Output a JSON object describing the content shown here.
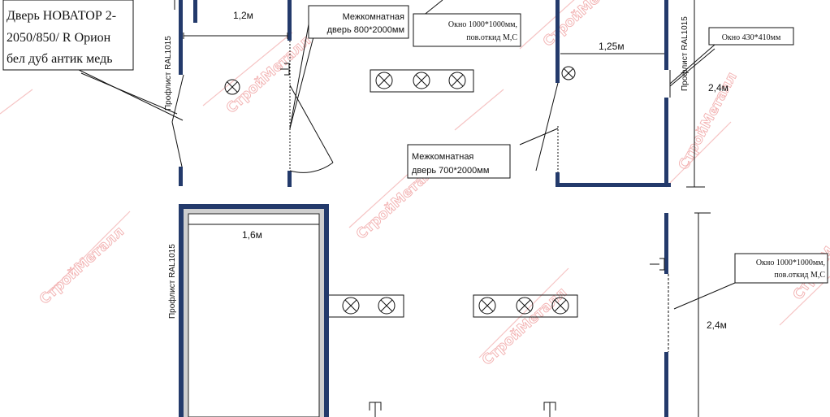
{
  "watermark": "СтройМеталл",
  "labels": {
    "door_main_line1": "Дверь НОВАТОР 2-",
    "door_main_line2": "2050/850/ R Орион",
    "door_main_line3": "бел дуб антик медь",
    "interior_door_800_line1": "Межкомнатная",
    "interior_door_800_line2": "дверь 800*2000мм",
    "window_1000_top_line1": "Окно 1000*1000мм,",
    "window_1000_top_line2": "пов.откид М,С",
    "window_430": "Окно 430*410мм",
    "interior_door_700_line1": "Межкомнатная",
    "interior_door_700_line2": "дверь 700*2000мм",
    "window_1000_right_line1": "Окно 1000*1000мм,",
    "window_1000_right_line2": "пов.откид М,С"
  },
  "dimensions": {
    "top_left_width": "1,2м",
    "top_right_width": "1,25м",
    "top_right_height": "2,4м",
    "bottom_left_width": "1,6м",
    "bottom_right_height": "2,4м"
  },
  "wall_material": {
    "left_top": "Профлист RAL1015",
    "right_top": "Профлист RAL1015",
    "left_bottom": "Профлист RAL1015"
  }
}
